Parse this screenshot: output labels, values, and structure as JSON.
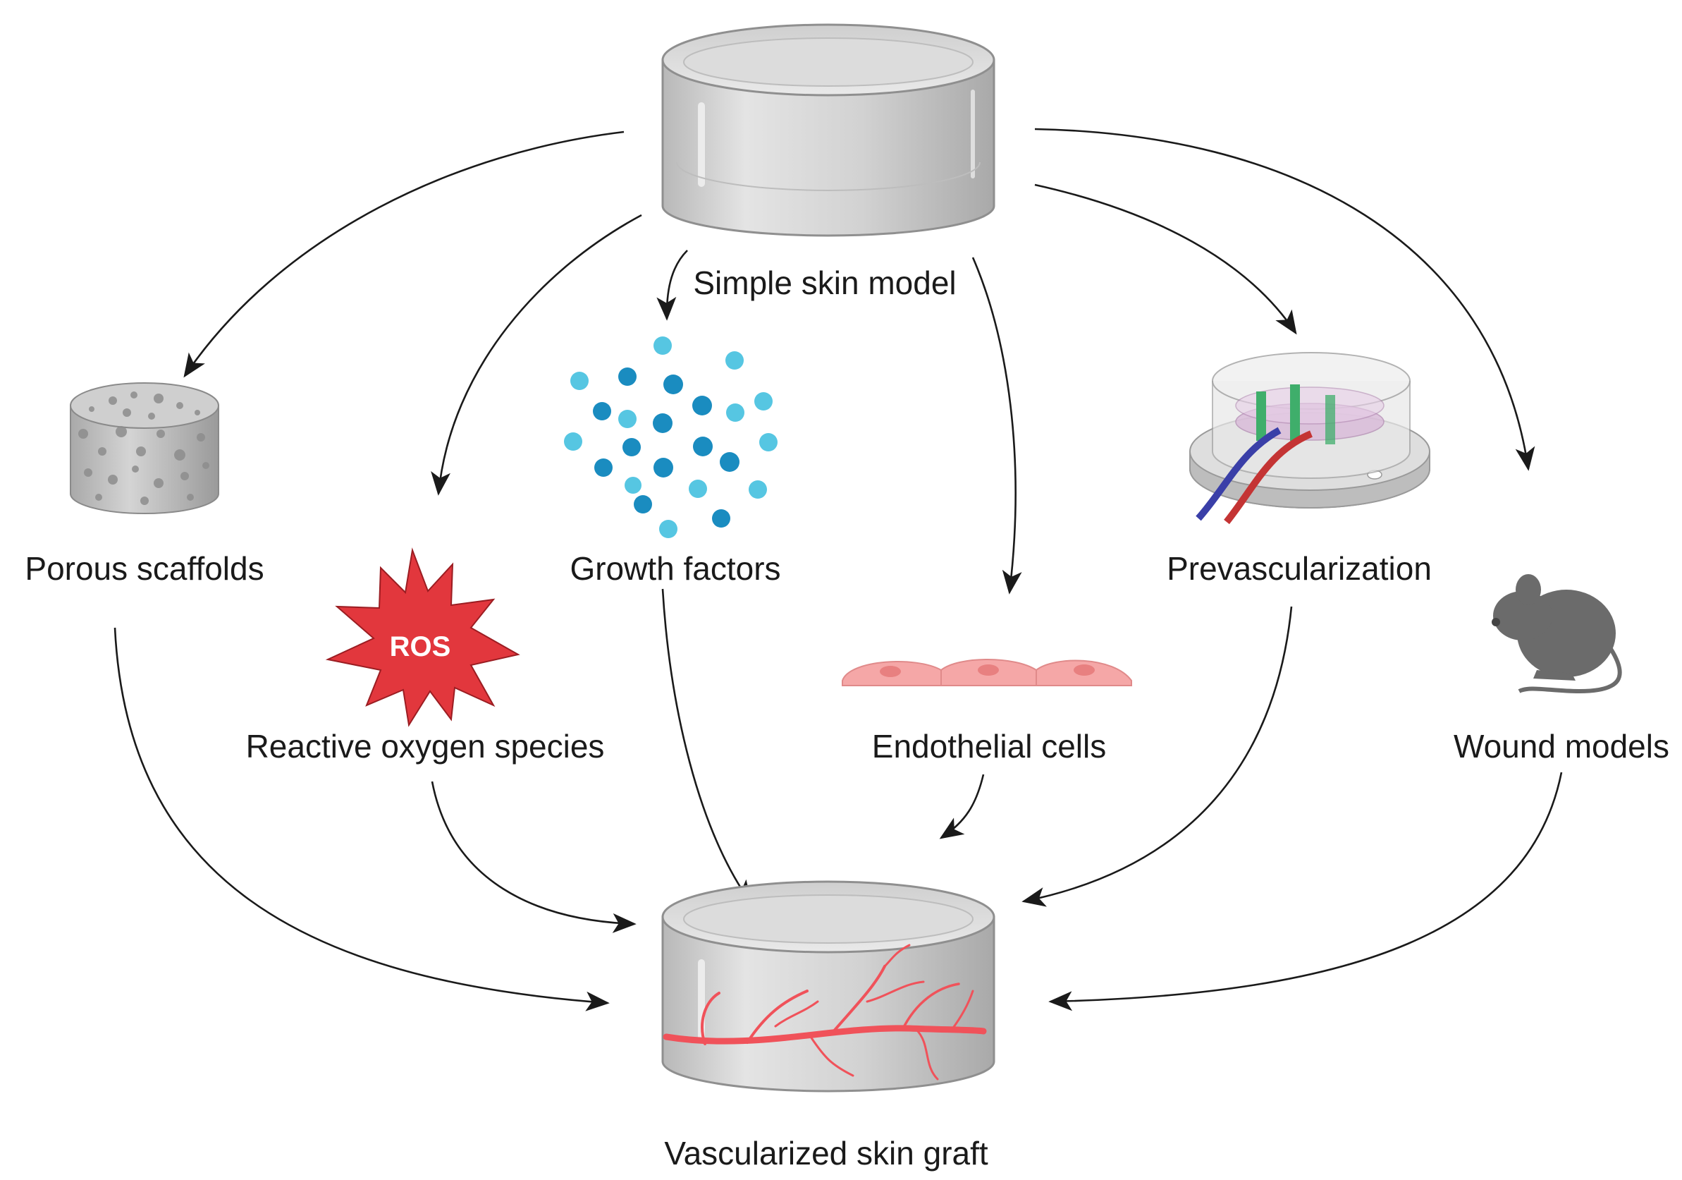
{
  "labels": {
    "simple_skin_model": "Simple skin model",
    "porous_scaffolds": "Porous scaffolds",
    "growth_factors": "Growth factors",
    "prevascularization": "Prevascularization",
    "reactive_oxygen_species": "Reactive oxygen species",
    "endothelial_cells": "Endothelial cells",
    "wound_models": "Wound models",
    "vascularized_skin_graft": "Vascularized skin graft",
    "ros_badge": "ROS"
  },
  "colors": {
    "arrow": "#1a1a1a",
    "vessel": "#f0525a",
    "ros": "#e2373d",
    "gf_dark": "#1a8cc0",
    "gf_light": "#56c6e2",
    "endothelial": "#f5a7a7",
    "mouse": "#6b6b6b",
    "scaffold": "#bfbfbf"
  }
}
